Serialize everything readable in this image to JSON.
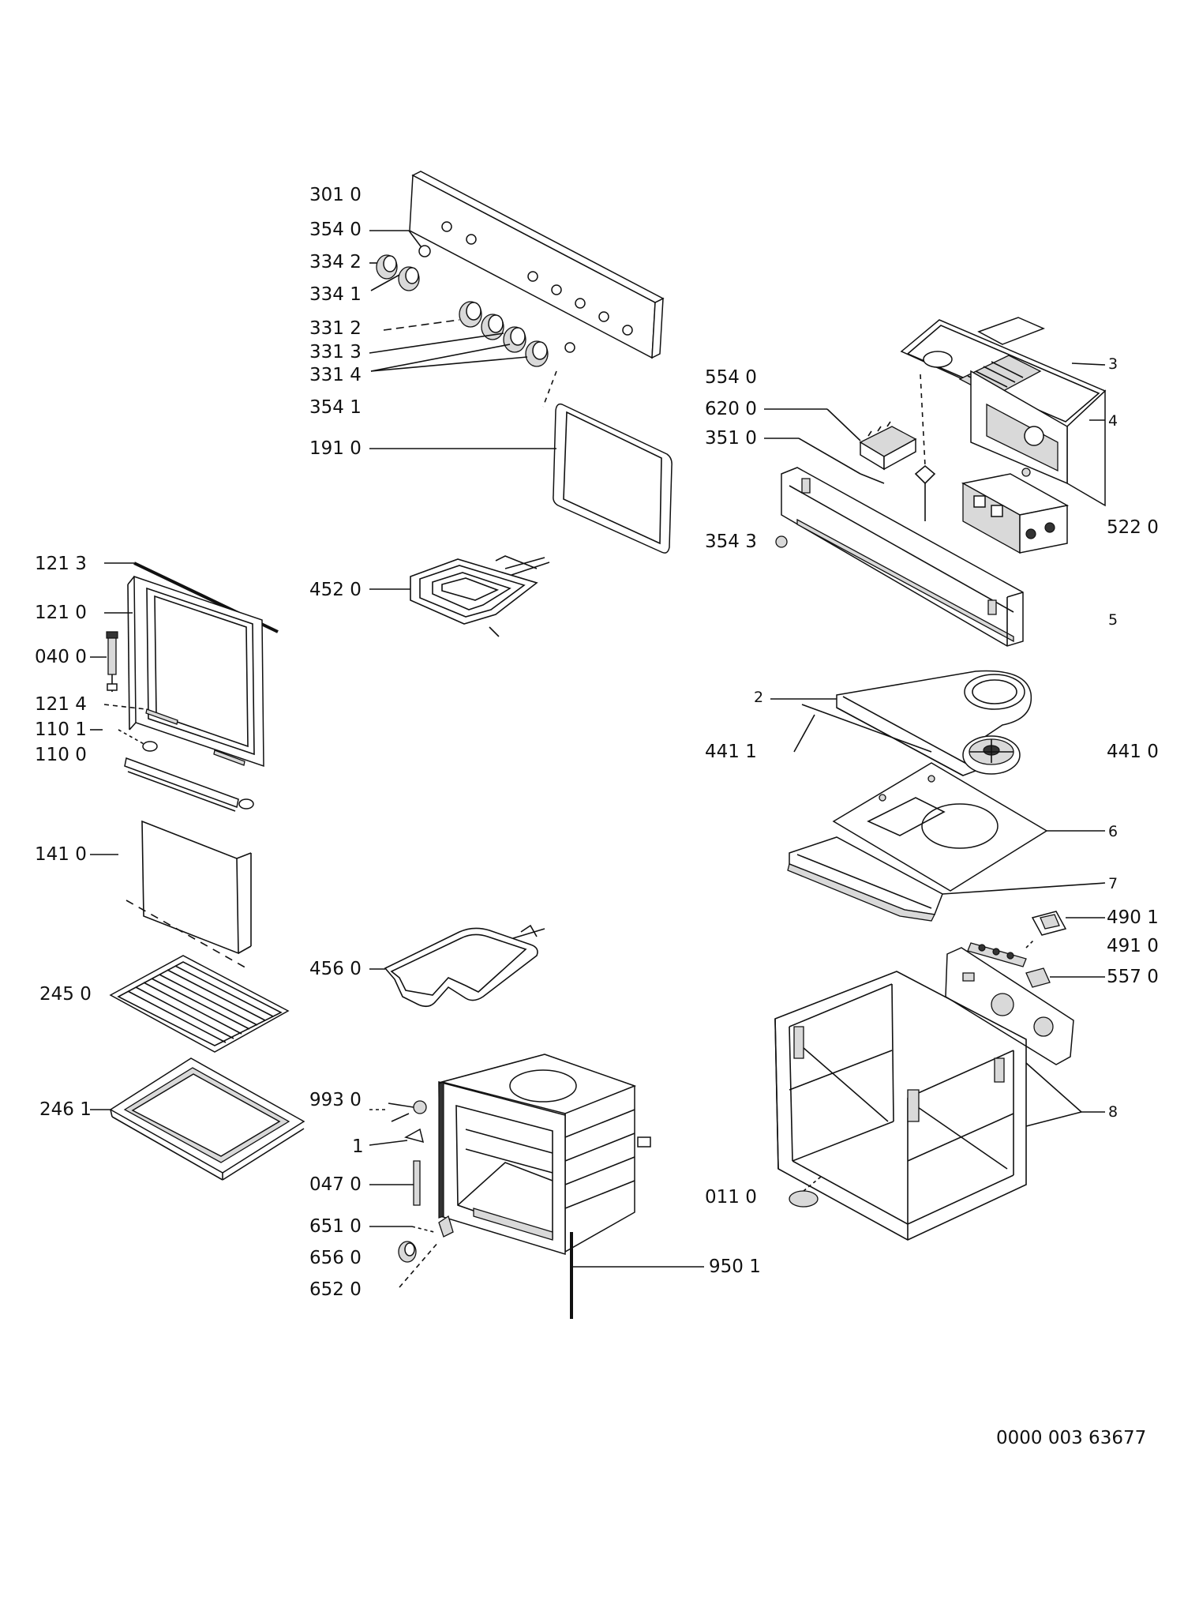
{
  "labels": {
    "l3010": "301 0",
    "l3540": "354 0",
    "l3342": "334 2",
    "l3341": "334 1",
    "l3312": "331 2",
    "l3313": "331 3",
    "l3314": "331 4",
    "l3541": "354 1",
    "l1910": "191 0",
    "l1213": "121 3",
    "l1210": "121 0",
    "l0400": "040 0",
    "l1214": "121 4",
    "l1101": "110 1",
    "l1100": "110 0",
    "l1410": "141 0",
    "l4520": "452 0",
    "l2450": "245 0",
    "l2461": "246 1",
    "l4560": "456 0",
    "l9930": "993 0",
    "l1": "1",
    "l0470": "047 0",
    "l6510": "651 0",
    "l6560": "656 0",
    "l6520": "652 0",
    "l9501": "950 1",
    "l5540": "554 0",
    "l6200": "620 0",
    "l3510": "351 0",
    "l3543": "354 3",
    "l3": "3",
    "l4": "4",
    "l5220": "522 0",
    "l5": "5",
    "l2": "2",
    "l4411": "441 1",
    "l4410": "441 0",
    "l6": "6",
    "l7": "7",
    "l4901": "490 1",
    "l4910": "491 0",
    "l5570": "557 0",
    "l8": "8",
    "l0110": "011 0"
  },
  "document_id": "0000 003 63677"
}
